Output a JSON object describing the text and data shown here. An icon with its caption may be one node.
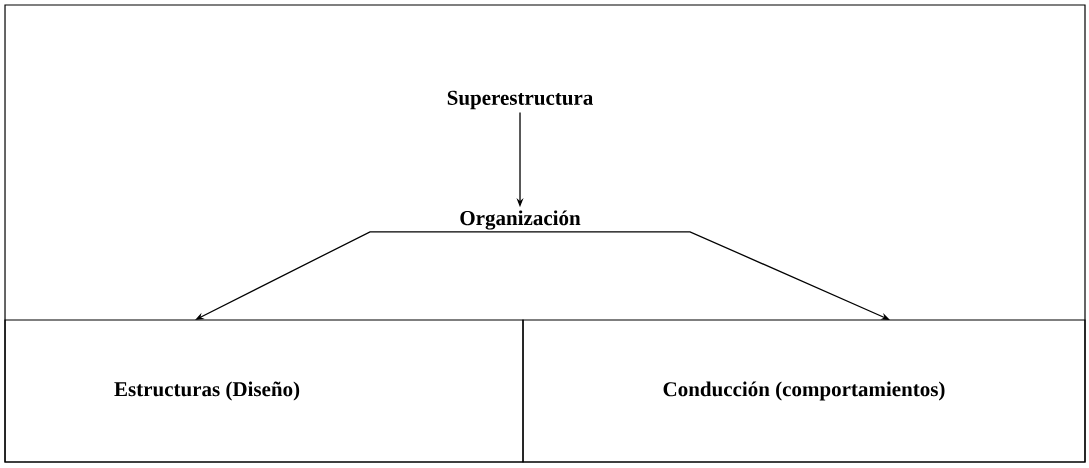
{
  "diagram": {
    "nodes": [
      {
        "text": [
          "Superestructura"
        ]
      },
      {
        "text": [
          "Organización"
        ]
      },
      {
        "text": [
          "Estructuras (Diseño)"
        ]
      },
      {
        "text": [
          "Conducción (comportamientos)"
        ]
      }
    ],
    "edges": [
      {
        "from": 0,
        "to": 1,
        "arrow": "to"
      },
      {
        "from": 1,
        "to": 2,
        "arrow": "to"
      },
      {
        "from": 1,
        "to": 3,
        "arrow": "to"
      }
    ]
  }
}
